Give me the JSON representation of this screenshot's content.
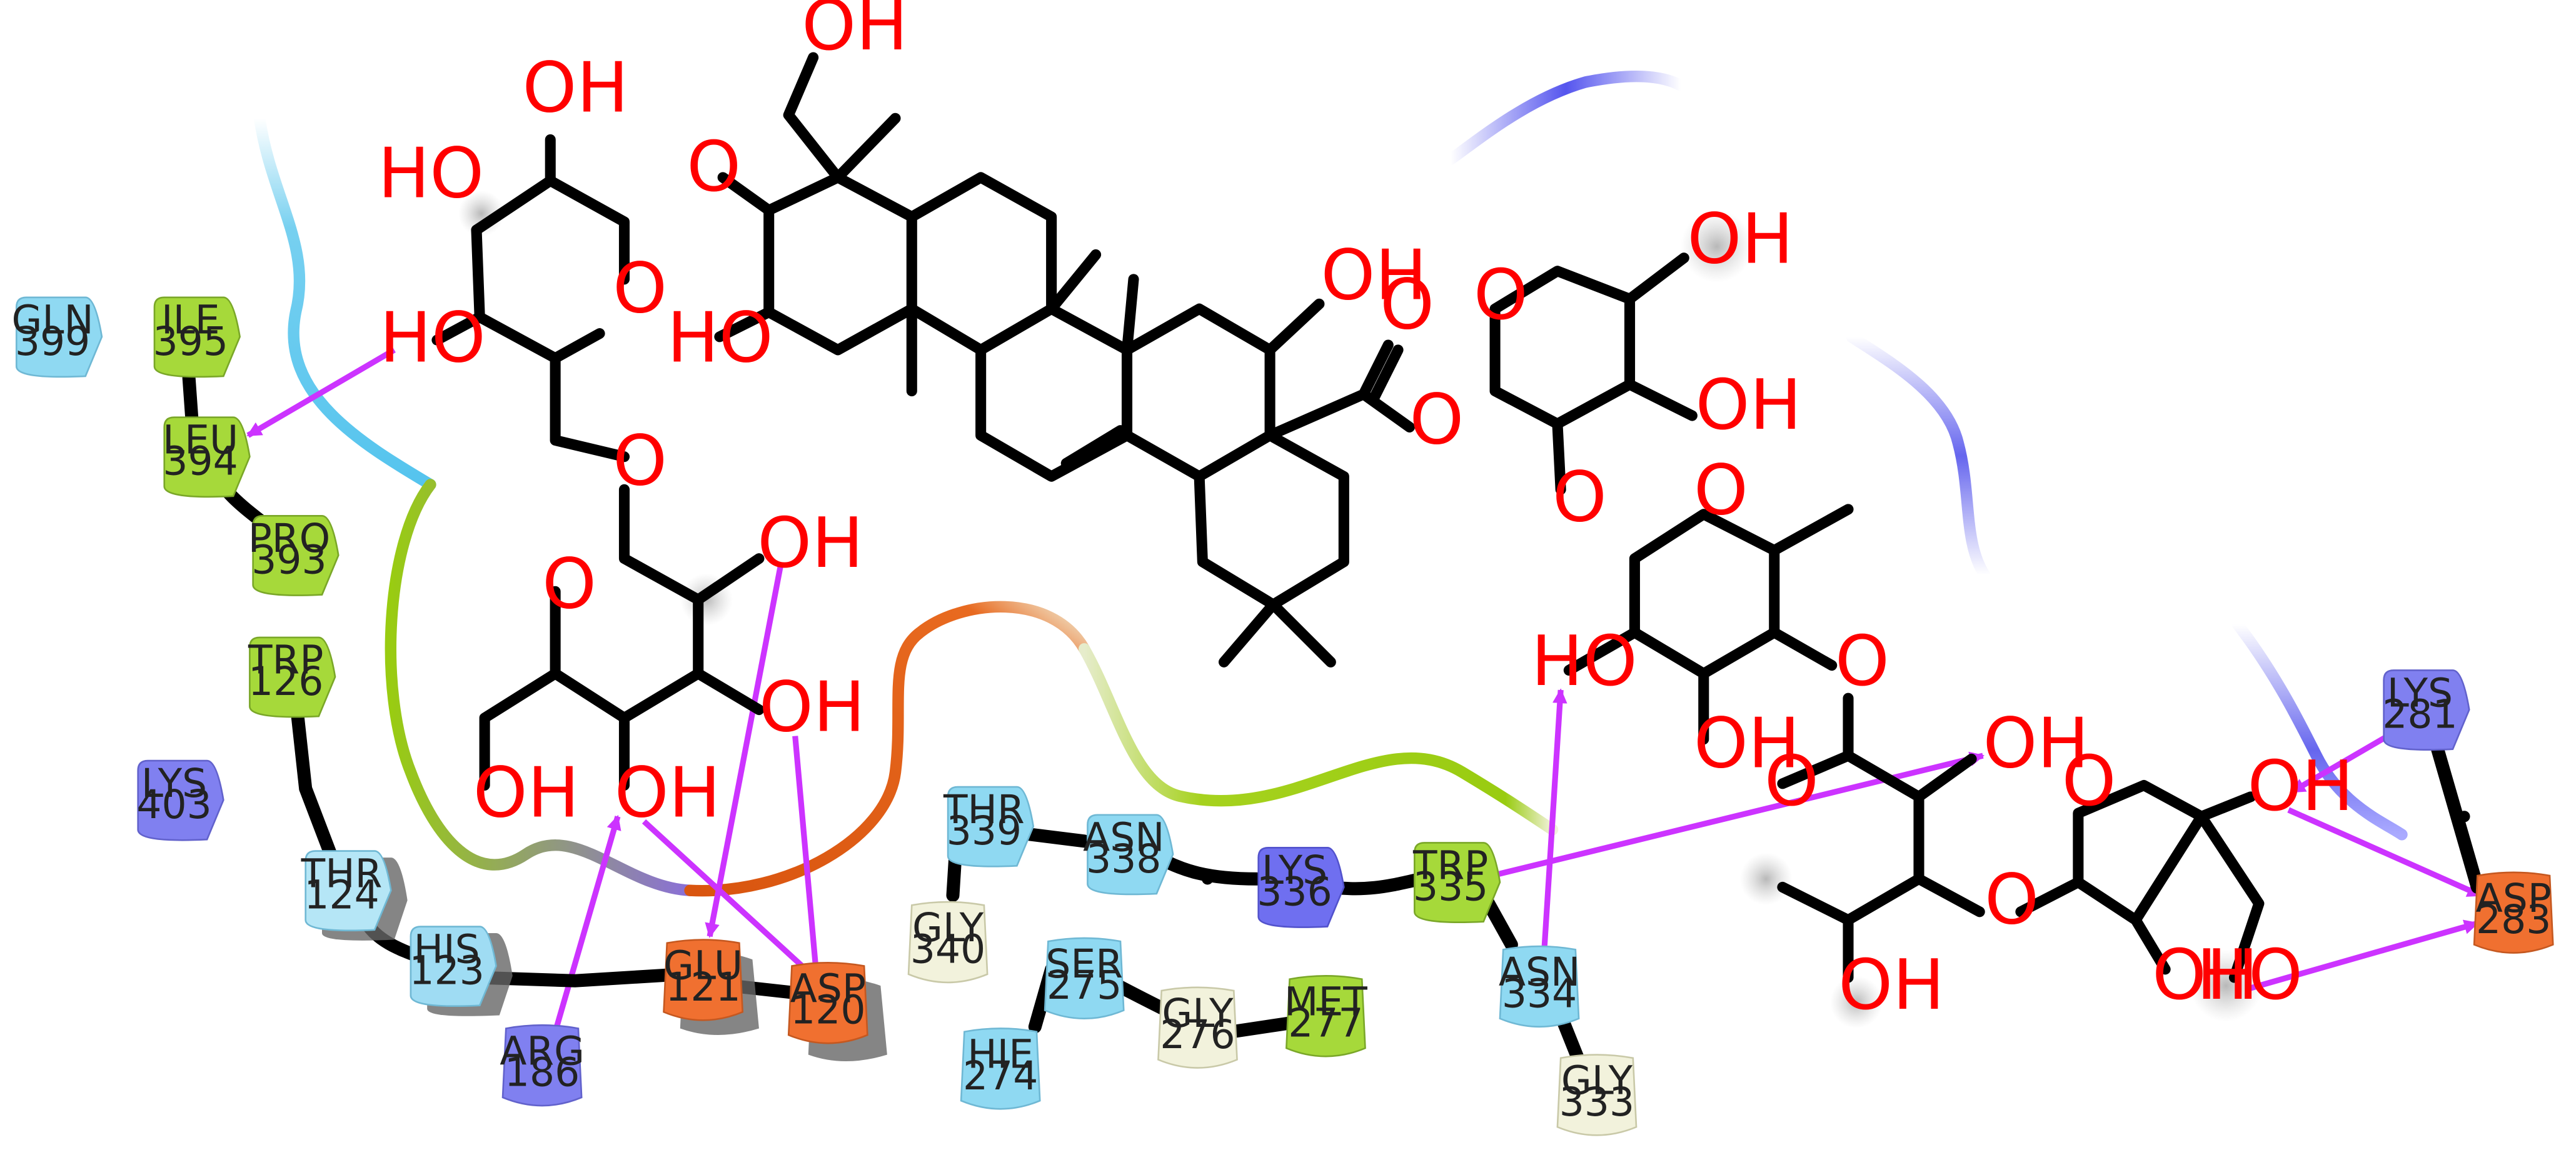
{
  "atom_label": "O",
  "hydroxyl_label": "OH",
  "hydroxyl_label_reversed": "HO",
  "residues": {
    "gln399": {
      "name": "GLN",
      "num": "399"
    },
    "ile395": {
      "name": "ILE",
      "num": "395"
    },
    "leu394": {
      "name": "LEU",
      "num": "394"
    },
    "pro393": {
      "name": "PRO",
      "num": "393"
    },
    "trp126": {
      "name": "TRP",
      "num": "126"
    },
    "lys403": {
      "name": "LYS",
      "num": "403"
    },
    "thr124": {
      "name": "THR",
      "num": "124"
    },
    "his123": {
      "name": "HIS",
      "num": "123"
    },
    "arg186": {
      "name": "ARG",
      "num": "186"
    },
    "glu121": {
      "name": "GLU",
      "num": "121"
    },
    "asp120": {
      "name": "ASP",
      "num": "120"
    },
    "thr339": {
      "name": "THR",
      "num": "339"
    },
    "asn338": {
      "name": "ASN",
      "num": "338"
    },
    "lys336": {
      "name": "LYS",
      "num": "336"
    },
    "trp335": {
      "name": "TRP",
      "num": "335"
    },
    "gly340": {
      "name": "GLY",
      "num": "340"
    },
    "ser275": {
      "name": "SER",
      "num": "275"
    },
    "hie274": {
      "name": "HIE",
      "num": "274"
    },
    "gly276": {
      "name": "GLY",
      "num": "276"
    },
    "met277": {
      "name": "MET",
      "num": "277"
    },
    "asn334": {
      "name": "ASN",
      "num": "334"
    },
    "gly333": {
      "name": "GLY",
      "num": "333"
    },
    "lys281": {
      "name": "LYS",
      "num": "281"
    },
    "asp283": {
      "name": "ASP",
      "num": "283"
    }
  },
  "colors": {
    "oxygen": "#ff0000",
    "bond": "#000000",
    "hbond": "#cc33ff",
    "hydrophobic": "#a6d93a",
    "polar": "#8fd9f2",
    "positive": "#8080f0",
    "negative": "#f07030",
    "glycine": "#f2f2dc",
    "pocket_cyan": "#66ccee",
    "pocket_green": "#99cc11",
    "pocket_orange": "#e05a10",
    "pocket_blue": "#6666ee"
  }
}
